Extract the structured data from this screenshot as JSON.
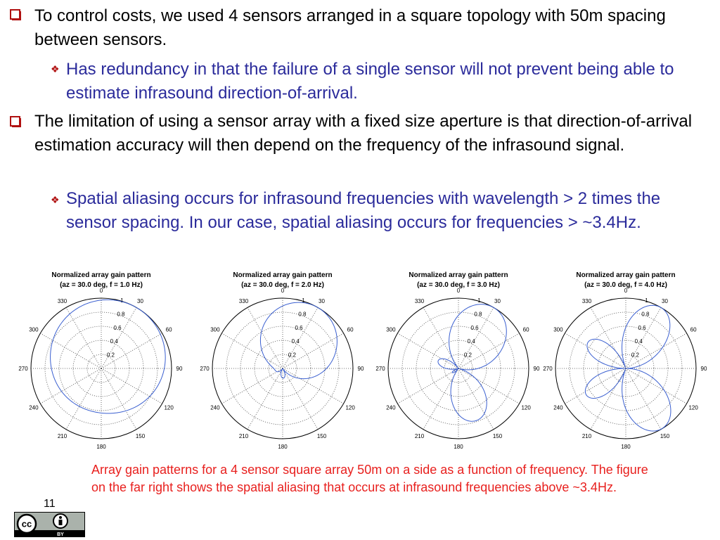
{
  "bullets": [
    {
      "level": 1,
      "text": "To control costs, we used 4 sensors arranged in a square topology with 50m spacing between sensors."
    },
    {
      "level": 2,
      "text": "Has redundancy in that the failure of a single sensor will not prevent being able to estimate infrasound direction-of-arrival."
    },
    {
      "level": 1,
      "text": "The limitation of using a sensor array with a fixed size aperture is that direction-of-arrival estimation accuracy will then depend on the frequency of the infrasound signal."
    },
    {
      "level": 2,
      "text": "Spatial aliasing occurs for infrasound frequencies with wavelength > 2 times the sensor spacing. In our case, spatial aliasing occurs for frequencies > ~3.4Hz."
    }
  ],
  "chart_data": [
    {
      "type": "polar",
      "title": "Normalized array gain pattern",
      "subtitle": "(az = 30.0 deg, f = 1.0 Hz)",
      "angle_ticks": [
        "0",
        "30",
        "60",
        "90",
        "120",
        "150",
        "180",
        "210",
        "240",
        "270",
        "300",
        "330"
      ],
      "radial_ticks": [
        "0.2",
        "0.4",
        "0.6",
        "0.8",
        "1"
      ],
      "series": [
        {
          "peak_az_deg": 30,
          "f_hz": 1.0
        }
      ]
    },
    {
      "type": "polar",
      "title": "Normalized array gain pattern",
      "subtitle": "(az = 30.0 deg, f = 2.0 Hz)",
      "angle_ticks": [
        "0",
        "30",
        "60",
        "90",
        "120",
        "150",
        "180",
        "210",
        "240",
        "270",
        "300",
        "330"
      ],
      "radial_ticks": [
        "0.2",
        "0.4",
        "0.6",
        "0.8",
        "1"
      ],
      "series": [
        {
          "peak_az_deg": 30,
          "f_hz": 2.0
        }
      ]
    },
    {
      "type": "polar",
      "title": "Normalized array gain pattern",
      "subtitle": "(az = 30.0 deg, f = 3.0 Hz)",
      "angle_ticks": [
        "0",
        "30",
        "60",
        "90",
        "120",
        "150",
        "180",
        "210",
        "240",
        "270",
        "300",
        "330"
      ],
      "radial_ticks": [
        "0.2",
        "0.4",
        "0.6",
        "0.8",
        "1"
      ],
      "series": [
        {
          "peak_az_deg": 30,
          "f_hz": 3.0
        }
      ]
    },
    {
      "type": "polar",
      "title": "Normalized array gain pattern",
      "subtitle": "(az = 30.0 deg, f = 4.0 Hz)",
      "angle_ticks": [
        "0",
        "30",
        "60",
        "90",
        "120",
        "150",
        "180",
        "210",
        "240",
        "270",
        "300",
        "330"
      ],
      "radial_ticks": [
        "0.2",
        "0.4",
        "0.6",
        "0.8",
        "1"
      ],
      "series": [
        {
          "peak_az_deg": 30,
          "f_hz": 4.0
        }
      ]
    }
  ],
  "caption": "Array gain patterns for a 4 sensor square array 50m on a side as a function of frequency. The figure on the far right shows the spatial aliasing that occurs at infrasound frequencies above ~3.4Hz.",
  "page_number": "11",
  "license": {
    "cc_label": "cc",
    "by_label": "BY"
  },
  "colors": {
    "bullet_marker": "#b01010",
    "level2_text": "#2b2b9b",
    "caption": "#e8201e",
    "curve": "#3a5fd0"
  }
}
